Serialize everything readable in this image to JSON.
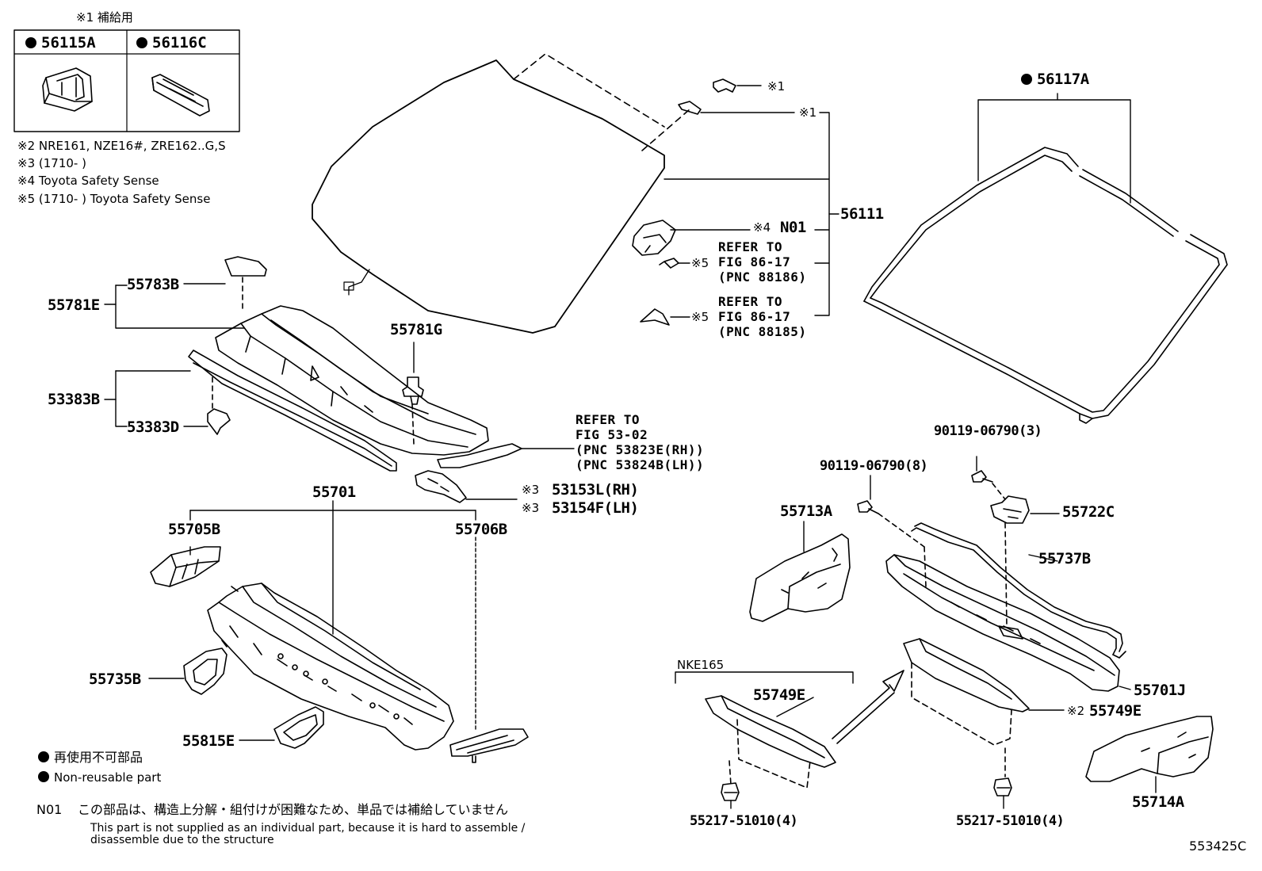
{
  "supply_box": {
    "title": "※1 補給用",
    "left_part": "56115A",
    "right_part": "56116C"
  },
  "notes": [
    "※2 NRE161, NZE16#, ZRE162..G,S",
    "※3 (1710-     )",
    "※4 Toyota Safety Sense",
    "※5 (1710-     ) Toyota Safety Sense"
  ],
  "labels": {
    "p56117A": "56117A",
    "p56111": "56111",
    "p55783B": "55783B",
    "p55781E": "55781E",
    "p55781G": "55781G",
    "p53383B": "53383B",
    "p53383D": "53383D",
    "p55701": "55701",
    "p55705B": "55705B",
    "p55706B": "55706B",
    "p55735B": "55735B",
    "p55815E": "55815E",
    "p53153L": "53153L(RH)",
    "p53154F": "53154F(LH)",
    "mark3a": "※3",
    "mark3b": "※3",
    "mark1a": "※1",
    "mark1b": "※1",
    "mark4": "※4",
    "n01": "N01",
    "mark5a": "※5",
    "mark5b": "※5",
    "p90119_3": "90119-06790(3)",
    "p90119_8": "90119-06790(8)",
    "p55713A": "55713A",
    "p55722C": "55722C",
    "p55737B": "55737B",
    "p55701J": "55701J",
    "mark2": "※2",
    "p55749E_r": "55749E",
    "p55749E_l": "55749E",
    "nke165": "NKE165",
    "p55217_l": "55217-51010(4)",
    "p55217_r": "55217-51010(4)",
    "p55714A": "55714A",
    "ref1": "REFER TO\nFIG 86-17\n(PNC 88186)",
    "ref2": "REFER TO\nFIG 86-17\n(PNC 88185)",
    "ref3": "REFER TO\nFIG 53-02\n(PNC 53823E(RH))\n(PNC 53824B(LH))",
    "figure_id": "553425C"
  },
  "legend": {
    "jp": "再使用不可部品",
    "en": "Non-reusable part"
  },
  "footnote": {
    "code": "N01",
    "jp": "この部品は、構造上分解・組付けが困難なため、単品では補給していません",
    "en1": "This part is not supplied as an individual part, because it is hard to assemble /",
    "en2": "disassemble due to the structure"
  }
}
